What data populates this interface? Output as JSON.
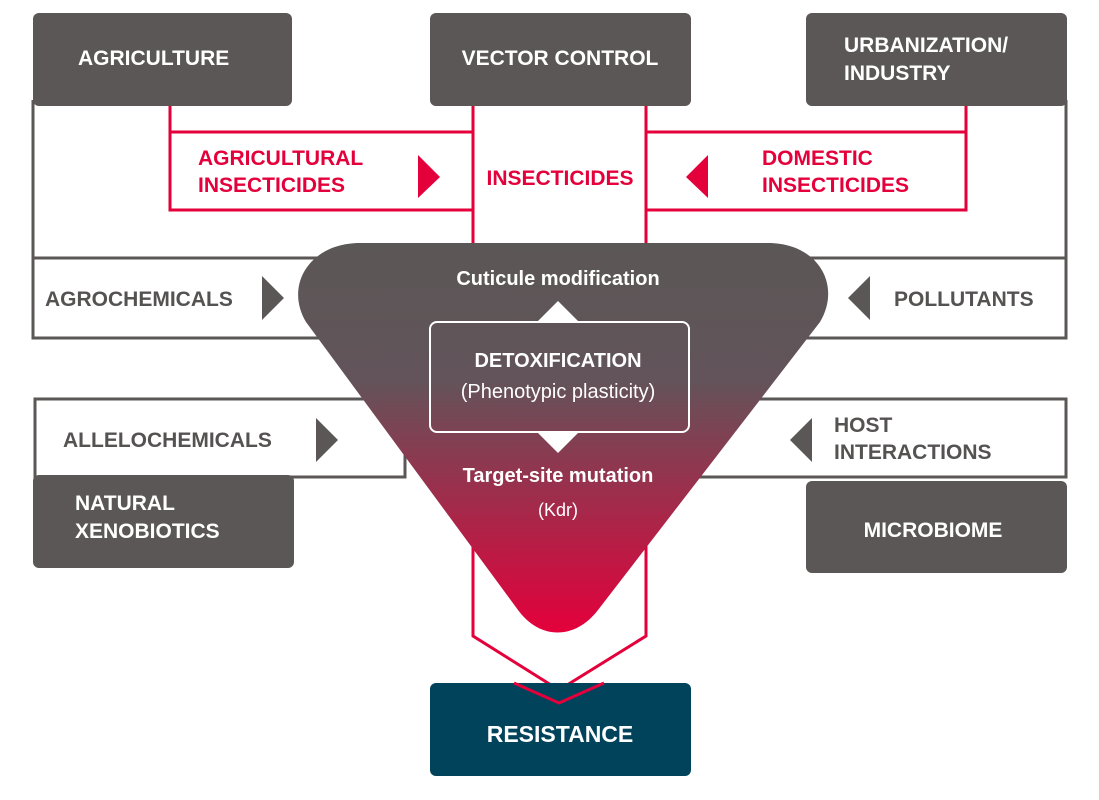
{
  "colors": {
    "dark_box": "#5b5756",
    "red": "#e4003b",
    "outline_gray": "#5b5756",
    "resistance_box": "#00435a",
    "triangle_top": "#5b5756",
    "triangle_bottom": "#e4003b",
    "white": "#ffffff"
  },
  "sources": {
    "agriculture": "AGRICULTURE",
    "vector_control": "VECTOR CONTROL",
    "urbanization_line1": "URBANIZATION/",
    "urbanization_line2": "INDUSTRY",
    "natural_line1": "NATURAL",
    "natural_line2": "XENOBIOTICS",
    "microbiome": "MICROBIOME"
  },
  "insecticides": {
    "agricultural_line1": "AGRICULTURAL",
    "agricultural_line2": "INSECTICIDES",
    "center": "INSECTICIDES",
    "domestic_line1": "DOMESTIC",
    "domestic_line2": "INSECTICIDES"
  },
  "inputs": {
    "agrochemicals": "AGROCHEMICALS",
    "pollutants": "POLLUTANTS",
    "allelochemicals": "ALLELOCHEMICALS",
    "host_line1": "HOST",
    "host_line2": "INTERACTIONS"
  },
  "mechanisms": {
    "cuticle": "Cuticule modification",
    "detox_title": "DETOXIFICATION",
    "detox_sub": "(Phenotypic plasticity)",
    "target_site": "Target-site mutation",
    "target_sub": "(Kdr)"
  },
  "outcome": {
    "label": "RESISTANCE"
  }
}
